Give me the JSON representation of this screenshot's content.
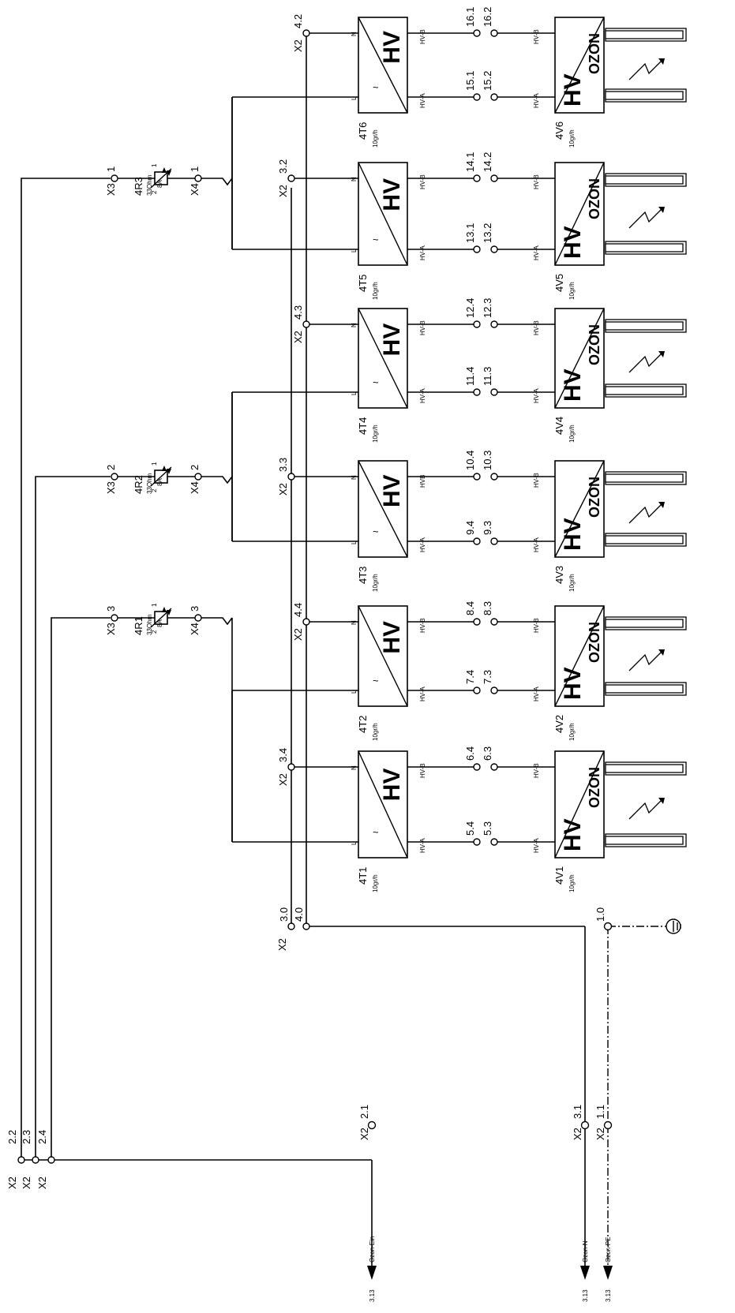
{
  "labels": {
    "x2": "X2",
    "x3": "X3",
    "x4": "X4",
    "hv": "HV",
    "tilde": "~",
    "ozon": "OZON",
    "n": "N",
    "l": "L",
    "hv_a": "HV-A",
    "hv_b": "HV-B",
    "hv_b_alt": "HVB",
    "rating": "10gr/h",
    "ohm": "33Ohm",
    "amp": "8A",
    "pin1": "1",
    "pin2": "2"
  },
  "terminals": {
    "feed_l1": "2.2",
    "feed_l2": "2.3",
    "feed_l3": "2.4",
    "feed_in": "2.1",
    "neutral_a": "3.0",
    "neutral_b": "4.0",
    "neutral_in": "3.1",
    "pe": "1.0",
    "pe_in": "1.1"
  },
  "inputs": {
    "ozon_ein": "Ozon-Ein",
    "ozon_n": "Ozon-N",
    "ozon_pe": "Ozon-PE",
    "ref": "3.13"
  },
  "resistors": [
    {
      "id": "4R3",
      "x3": "1",
      "x4": "1"
    },
    {
      "id": "4R2",
      "x3": "2",
      "x4": "2"
    },
    {
      "id": "4R1",
      "x3": "3",
      "x4": "3"
    }
  ],
  "units": [
    {
      "transformer": "4T6",
      "generator": "4V6",
      "x2": "4.2",
      "l_a": "15.1",
      "l_b": "15.2",
      "n_a": "16.1",
      "n_b": "16.2",
      "hvb": "HV-B"
    },
    {
      "transformer": "4T5",
      "generator": "4V5",
      "x2": "3.2",
      "l_a": "13.1",
      "l_b": "13.2",
      "n_a": "14.1",
      "n_b": "14.2",
      "hvb": "HV-B"
    },
    {
      "transformer": "4T4",
      "generator": "4V4",
      "x2": "4.3",
      "l_a": "11.4",
      "l_b": "11.3",
      "n_a": "12.4",
      "n_b": "12.3",
      "hvb": "HV-B"
    },
    {
      "transformer": "4T3",
      "generator": "4V3",
      "x2": "3.3",
      "l_a": "9.4",
      "l_b": "9.3",
      "n_a": "10.4",
      "n_b": "10.3",
      "hvb": "HVB"
    },
    {
      "transformer": "4T2",
      "generator": "4V2",
      "x2": "4.4",
      "l_a": "7.4",
      "l_b": "7.3",
      "n_a": "8.4",
      "n_b": "8.3",
      "hvb": "HV-B"
    },
    {
      "transformer": "4T1",
      "generator": "4V1",
      "x2": "3.4",
      "l_a": "5.4",
      "l_b": "5.3",
      "n_a": "6.4",
      "n_b": "6.3",
      "hvb": "HV-B"
    }
  ]
}
